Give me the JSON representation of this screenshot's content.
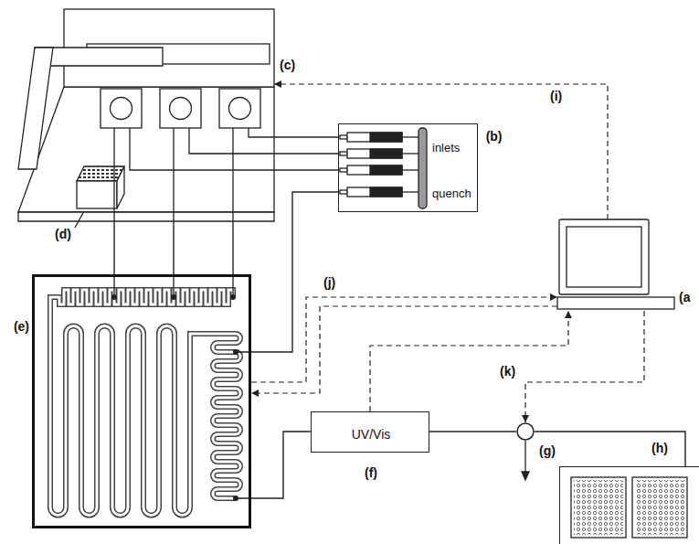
{
  "diagram": {
    "nodes": [
      {
        "text": [
          "(c)"
        ]
      },
      {
        "text": [
          "inlets",
          "quench",
          "(b)"
        ]
      },
      {
        "text": [
          "(a"
        ]
      },
      {
        "text": [
          "(e)"
        ]
      },
      {
        "text": [
          "UV/Vis",
          "(f)"
        ]
      },
      {
        "text": [
          "(g)"
        ]
      },
      {
        "text": [
          "(h)"
        ]
      }
    ],
    "edges": [
      {
        "from": 1,
        "to": 0,
        "arrow": "none"
      },
      {
        "from": 1,
        "to": 0,
        "arrow": "none"
      },
      {
        "from": 1,
        "to": 0,
        "arrow": "none"
      },
      {
        "from": 1,
        "to": 3,
        "arrow": "none"
      },
      {
        "from": 0,
        "to": 3,
        "arrow": "none"
      },
      {
        "from": 0,
        "to": 3,
        "arrow": "none"
      },
      {
        "from": 0,
        "to": 3,
        "arrow": "none"
      },
      {
        "from": 3,
        "to": 4,
        "arrow": "none"
      },
      {
        "from": 4,
        "to": 5,
        "arrow": "none"
      },
      {
        "from": 5,
        "to": 6,
        "arrow": "none"
      },
      {
        "from": 2,
        "to": 0,
        "arrow": "to",
        "label": "(i)"
      },
      {
        "from": 3,
        "to": 2,
        "arrow": "to",
        "label": "(j)"
      },
      {
        "from": 2,
        "to": 3,
        "arrow": "to"
      },
      {
        "from": 4,
        "to": 2,
        "arrow": "to"
      },
      {
        "from": 2,
        "to": 5,
        "arrow": "to",
        "label": "(k)"
      }
    ],
    "labels": [
      "(d)"
    ]
  }
}
